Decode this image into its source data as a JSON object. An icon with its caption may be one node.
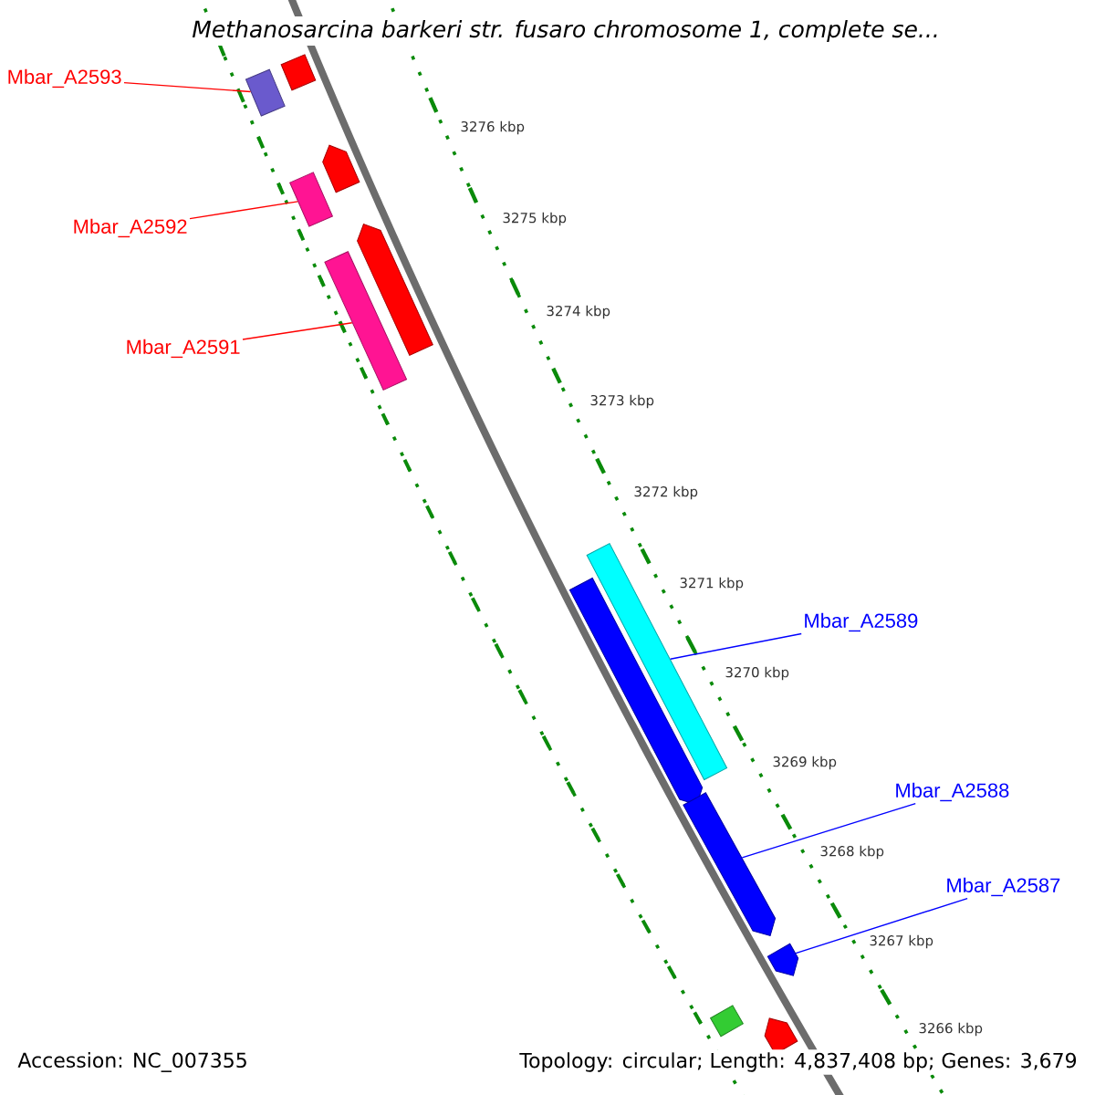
{
  "diagram": {
    "title": "Methanosarcina barkeri str. fusaro chromosome 1, complete se...",
    "nodes": [
      {
        "text": [
          "Mbar_A2593"
        ]
      },
      {
        "text": [
          "Mbar_A2592"
        ]
      },
      {
        "text": [
          "Mbar_A2591"
        ]
      },
      {
        "text": [
          "Mbar_A2589"
        ]
      },
      {
        "text": [
          "Mbar_A2588"
        ]
      },
      {
        "text": [
          "Mbar_A2587"
        ]
      },
      {
        "text": [],
        "shape": "bar"
      },
      {
        "text": [],
        "shape": "bar"
      },
      {
        "text": [],
        "shape": "bar"
      },
      {
        "text": [],
        "shape": "arrow"
      },
      {
        "text": [],
        "shape": "bar"
      },
      {
        "text": [],
        "shape": "arrow"
      },
      {
        "text": [],
        "shape": "bar"
      },
      {
        "text": [],
        "shape": "arrow"
      },
      {
        "text": [],
        "shape": "arrow"
      },
      {
        "text": [],
        "shape": "arrow"
      },
      {
        "text": [],
        "shape": "bar"
      },
      {
        "text": [],
        "shape": "arrow"
      }
    ],
    "edges": [
      {
        "from": 0,
        "to": 6,
        "arrow": "none",
        "color": "#ff0000"
      },
      {
        "from": 1,
        "to": 8,
        "arrow": "none",
        "color": "#ff0000"
      },
      {
        "from": 2,
        "to": 10,
        "arrow": "none",
        "color": "#ff0000"
      },
      {
        "from": 3,
        "to": 12,
        "arrow": "none",
        "color": "#0000ff"
      },
      {
        "from": 4,
        "to": 14,
        "arrow": "none",
        "color": "#0000ff"
      },
      {
        "from": 5,
        "to": 15,
        "arrow": "none",
        "color": "#0000ff"
      }
    ],
    "labels": [
      "3276 kbp",
      "3275 kbp",
      "3274 kbp",
      "3273 kbp",
      "3272 kbp",
      "3271 kbp",
      "3270 kbp",
      "3269 kbp",
      "3268 kbp",
      "3267 kbp",
      "3266 kbp",
      "Accession: NC_007355",
      "Topology: circular; Length: 4,837,408 bp; Genes: 3,679"
    ]
  }
}
